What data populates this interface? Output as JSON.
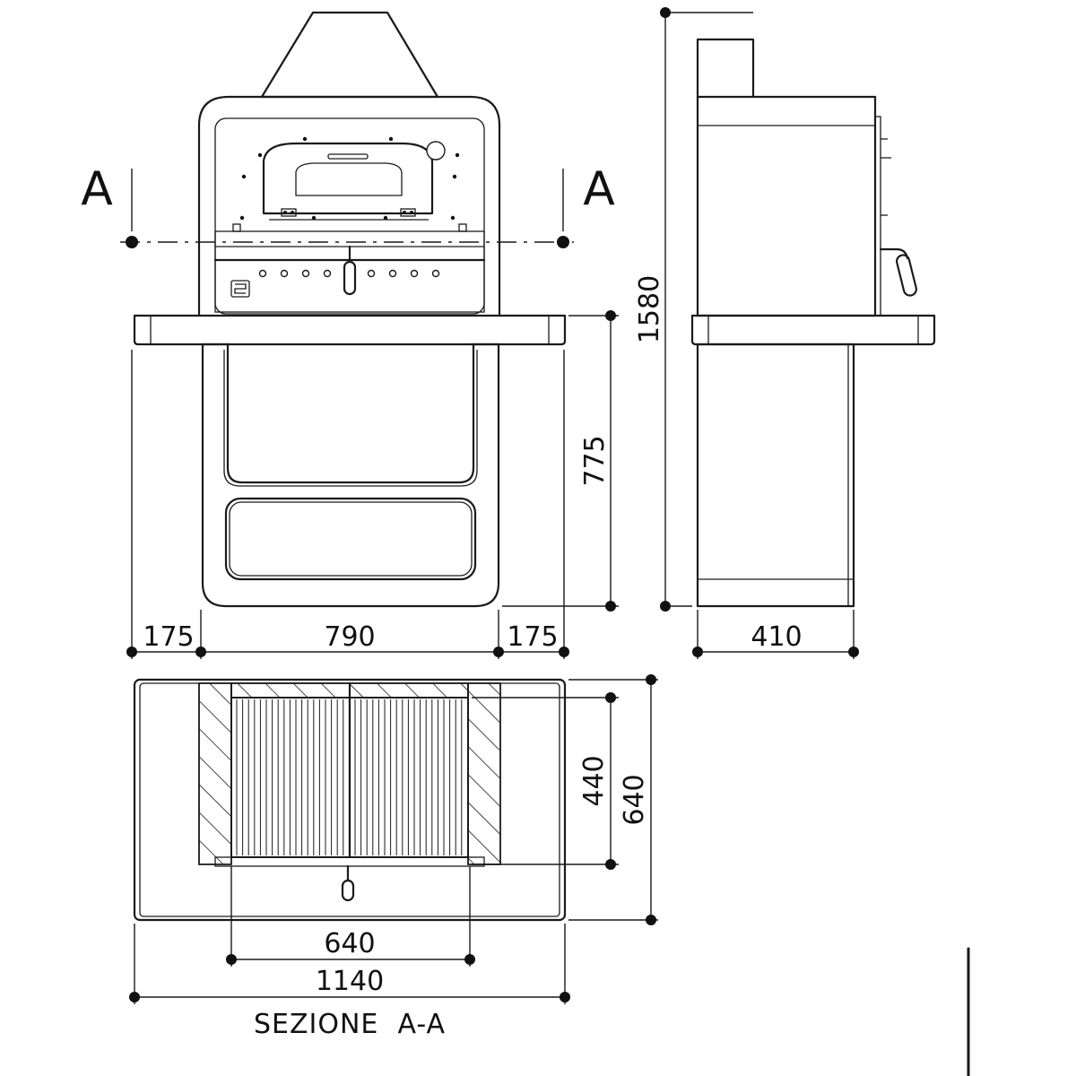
{
  "section_marker": "A",
  "dimensions": {
    "front_left_margin": "175",
    "front_base_width": "790",
    "front_right_margin": "175",
    "front_base_height": "775",
    "total_height": "1580",
    "side_depth": "410",
    "section_inner_depth": "440",
    "section_outer_depth": "640",
    "section_inner_width": "640",
    "section_outer_width": "1140"
  },
  "section_caption": "SEZIONE  A-A"
}
